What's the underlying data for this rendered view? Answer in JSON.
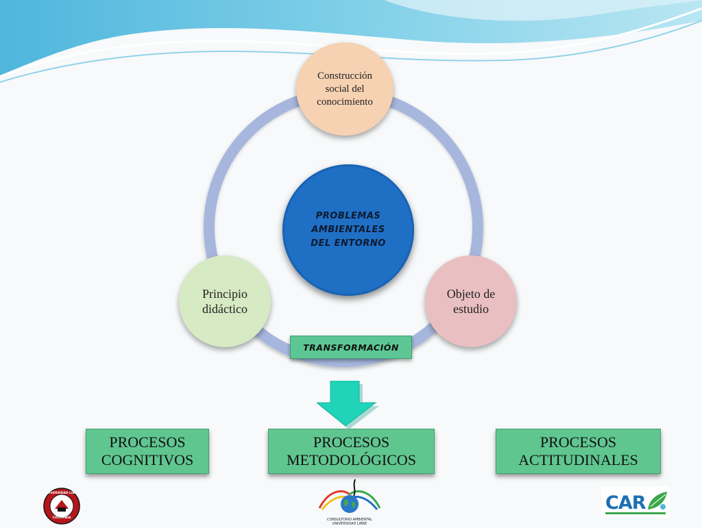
{
  "colors": {
    "ring": "#a7b6dd",
    "center": "#1f6fc5",
    "node_top": "#f6d1b2",
    "node_left": "#d6eac3",
    "node_right": "#e9bfc1",
    "process_box": "#60c690",
    "arrow": "#1fd4b8"
  },
  "diagram": {
    "center_lines": [
      "PROBLEMAS",
      "AMBIENTALES",
      "DEL ENTORNO"
    ],
    "node_top_lines": [
      "Construcción",
      "social del",
      "conocimiento"
    ],
    "node_left_lines": [
      "Principio",
      "didáctico"
    ],
    "node_right_lines": [
      "Objeto de",
      "estudio"
    ],
    "transform_label": "TRANSFORMACIÓN"
  },
  "processes": {
    "cognitivos_lines": [
      "PROCESOS",
      "COGNITIVOS"
    ],
    "metodologicos_lines": [
      "PROCESOS",
      "METODOLÓGICOS"
    ],
    "actitudinales_lines": [
      "PROCESOS",
      "ACTITUDINALES"
    ]
  },
  "logos": {
    "left_top_text": "UNIVERSIDAD LIBRE",
    "left_bottom_text": "COLOMBIA",
    "mid_caption_1": "CONSULTORIO AMBIENTAL",
    "mid_caption_2": "UNIVERSIDAD LIBRE",
    "right_text": "CAR"
  }
}
